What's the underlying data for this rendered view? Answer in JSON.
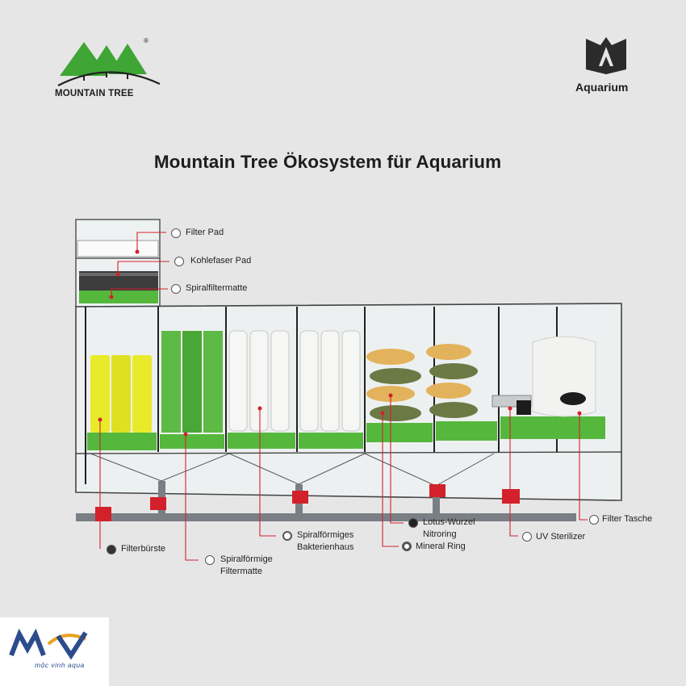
{
  "header": {
    "brand_name": "MOUNTAIN TREE",
    "trademark": "®",
    "aquarium_label": "Aquarium",
    "title": "Mountain Tree Ökosystem für Aquarium"
  },
  "labels": {
    "filter_pad": "Filter Pad",
    "kohlefaser_pad": "Kohlefaser Pad",
    "spiralfiltermatte": "Spiralfiltermatte",
    "filterbuerste": "Filterbürste",
    "spiralfoermige_filtermatte_1": "Spiralförmige",
    "spiralfoermige_filtermatte_2": "Filtermatte",
    "bakterienhaus_1": "Spiralförmiges",
    "bakterienhaus_2": "Bakterienhaus",
    "lotus_1": "Lotus-Wurzel",
    "lotus_2": "Nitroring",
    "mineral_ring": "Mineral Ring",
    "uv_sterilizer": "UV Sterilizer",
    "filter_tasche": "Filter Tasche"
  },
  "footer": {
    "mv_text": "mộc vinh aqua"
  },
  "colors": {
    "leader": "#d3212b",
    "green": "#4cae3a",
    "brush": "#e9ea2a",
    "pipe": "#7a7f86"
  }
}
